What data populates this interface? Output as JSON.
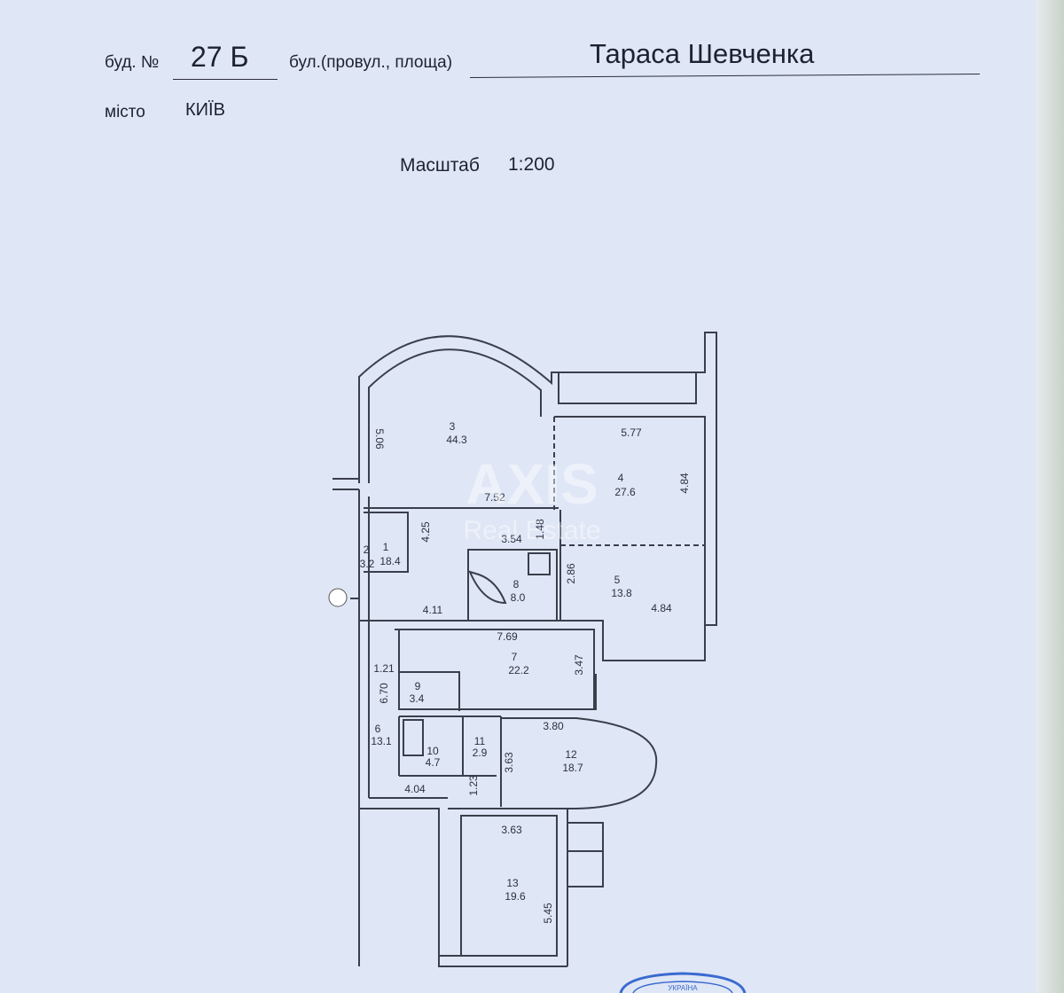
{
  "header": {
    "building_label": "буд. №",
    "building_number": "27 Б",
    "street_type_label": "бул.(провул., площа)",
    "street_name": "Тараса Шевченка",
    "city_label": "місто",
    "city_name": "КИЇВ",
    "scale_label": "Масштаб",
    "scale_value": "1:200"
  },
  "watermark": {
    "brand": "AXIS",
    "subtitle": "Real Estate"
  },
  "stamp": {
    "text": "УКРАЇНА"
  },
  "rooms": [
    {
      "number": "1",
      "area": "18.4"
    },
    {
      "number": "2",
      "area": "3.2"
    },
    {
      "number": "3",
      "area": "44.3"
    },
    {
      "number": "4",
      "area": "27.6"
    },
    {
      "number": "5",
      "area": "13.8"
    },
    {
      "number": "6",
      "area": "13.1"
    },
    {
      "number": "7",
      "area": "22.2"
    },
    {
      "number": "8",
      "area": "8.0"
    },
    {
      "number": "9",
      "area": "3.4"
    },
    {
      "number": "10",
      "area": "4.7"
    },
    {
      "number": "11",
      "area": "2.9"
    },
    {
      "number": "12",
      "area": "18.7"
    },
    {
      "number": "13",
      "area": "19.6"
    }
  ],
  "dimensions": [
    "5.06",
    "7.52",
    "5.77",
    "4.84",
    "4.25",
    "1.48",
    "3.54",
    "2.86",
    "4.84",
    "4.11",
    "7.69",
    "3.47",
    "1.21",
    "6.70",
    "3.80",
    "3.63",
    "4.04",
    "1.23",
    "3.63",
    "5.45"
  ]
}
